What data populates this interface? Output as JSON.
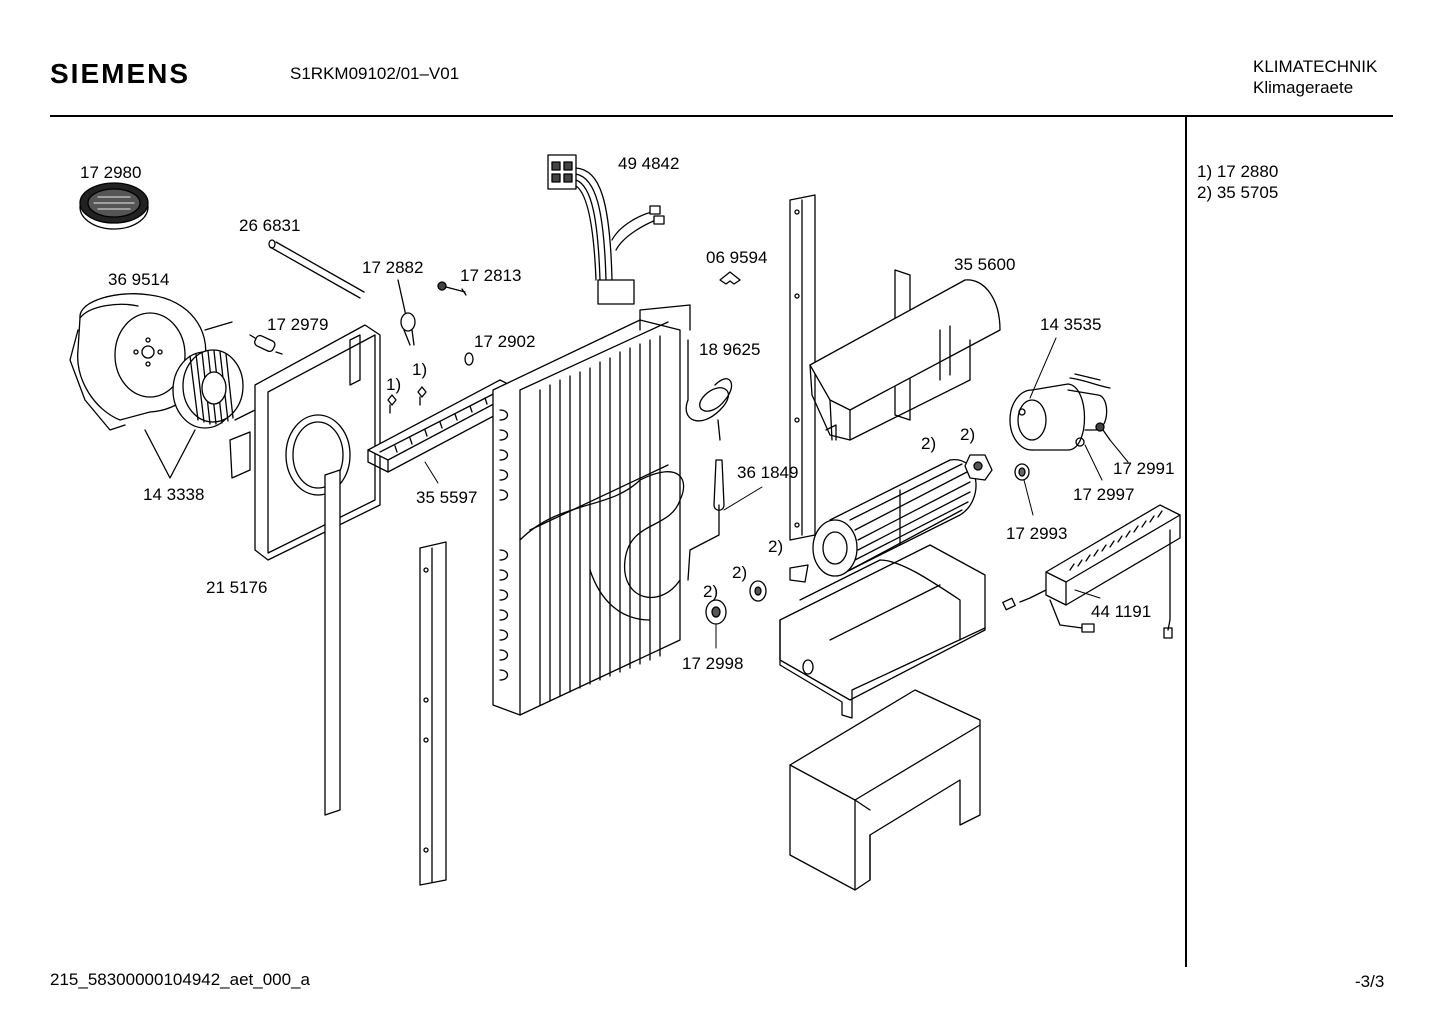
{
  "header": {
    "brand": "SIEMENS",
    "model": "S1RKM09102/01–V01",
    "category": "KLIMATECHNIK",
    "subcategory": "Klimageraete"
  },
  "notes": [
    {
      "label": "1) 17 2880"
    },
    {
      "label": "2) 35 5705"
    }
  ],
  "parts": {
    "p172980": "17 2980",
    "p266831": "26 6831",
    "p369514": "36 9514",
    "p172882": "17 2882",
    "p172813": "17 2813",
    "p494842": "49 4842",
    "p069594": "06 9594",
    "p355600": "35 5600",
    "p172979": "17 2979",
    "p172902": "17 2902",
    "p189625": "18 9625",
    "p143535": "14 3535",
    "p143338": "14 3338",
    "p355597": "35 5597",
    "p361849": "36 1849",
    "p172991": "17 2991",
    "p172997": "17 2997",
    "p172993": "17 2993",
    "p215176": "21 5176",
    "p172998": "17 2998",
    "p441191": "44 1191"
  },
  "refs": {
    "r1": "1)",
    "r2": "2)"
  },
  "footer": {
    "drawing_id": "215_58300000104942_aet_000_a",
    "page": "-3/3"
  }
}
